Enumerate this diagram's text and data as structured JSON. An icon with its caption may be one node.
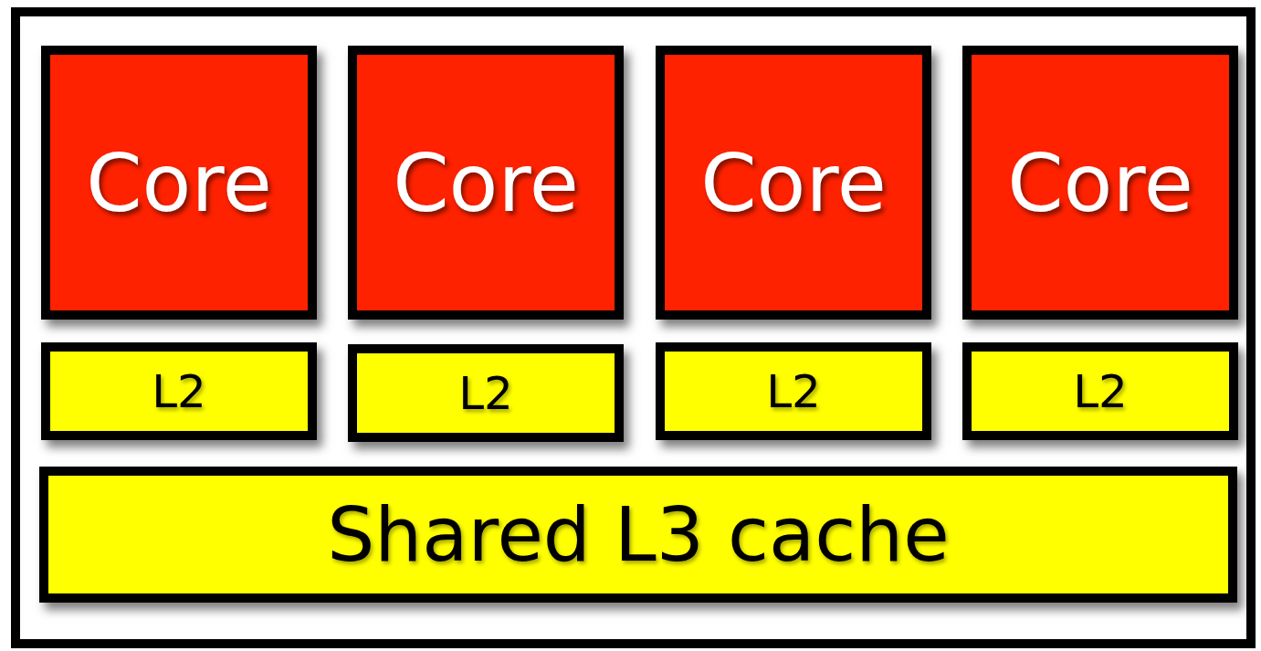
{
  "diagram": {
    "nodes": [
      {
        "text": [],
        "shape": "box"
      },
      {
        "text": [
          "Core"
        ],
        "in": 0
      },
      {
        "text": [
          "Core"
        ],
        "in": 0
      },
      {
        "text": [
          "Core"
        ],
        "in": 0
      },
      {
        "text": [
          "Core"
        ],
        "in": 0
      },
      {
        "text": [
          "L2"
        ],
        "in": 0
      },
      {
        "text": [
          "L2"
        ],
        "in": 0
      },
      {
        "text": [
          "L2"
        ],
        "in": 0
      },
      {
        "text": [
          "L2"
        ],
        "in": 0
      },
      {
        "text": [
          "Shared L3 cache"
        ],
        "in": 0
      }
    ]
  }
}
